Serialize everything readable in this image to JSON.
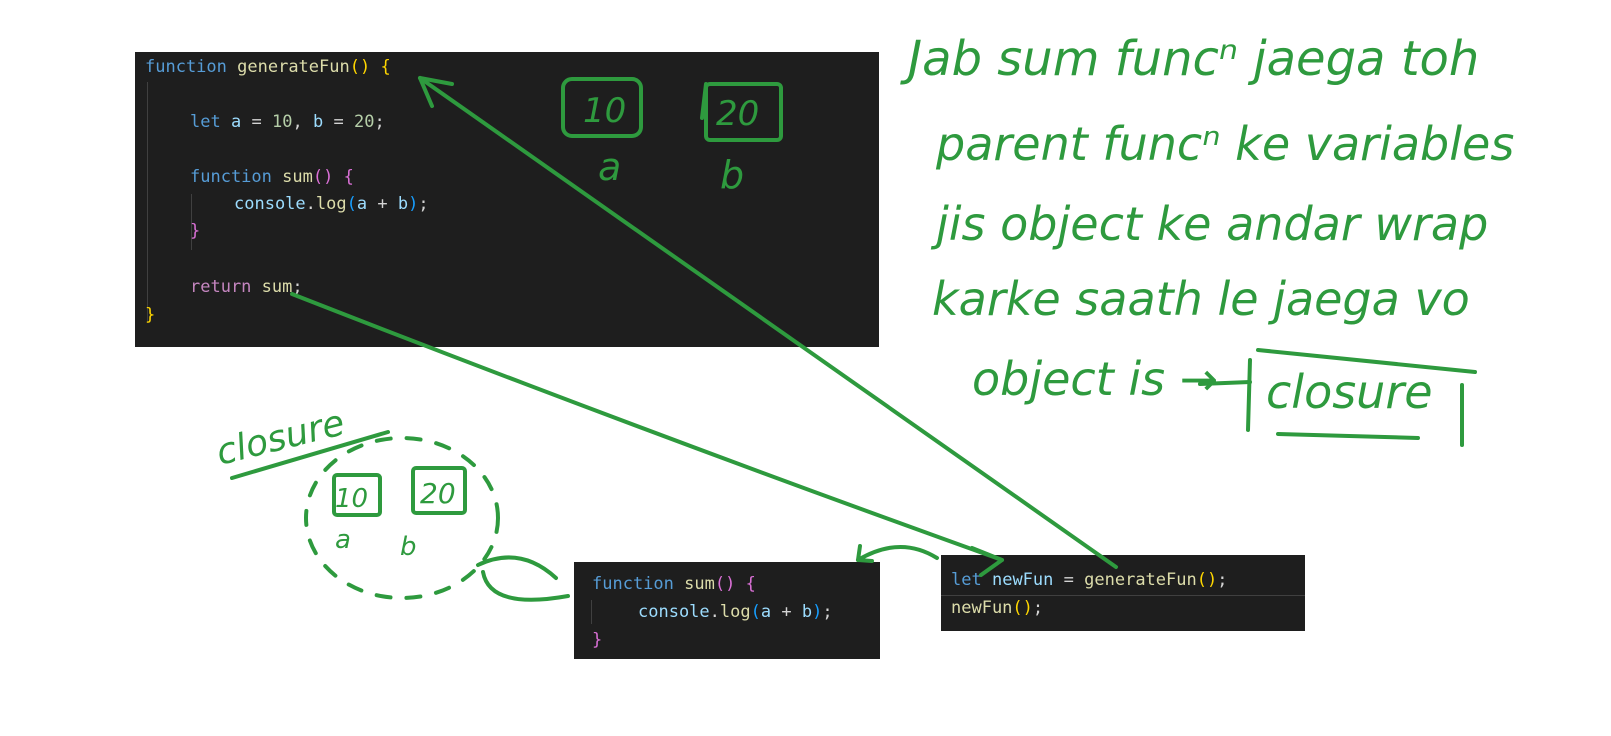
{
  "colors": {
    "ink": "#2e9a3e",
    "editor_bg": "#1e1e1e"
  },
  "code_main": {
    "line1": {
      "kw": "function",
      "name": "generateFun",
      "parens": "()",
      "brace": "{"
    },
    "line2": {
      "kw": "let",
      "a": "a",
      "eq1": "=",
      "v1": "10",
      "comma": ",",
      "b": "b",
      "eq2": "=",
      "v2": "20",
      "semi": ";"
    },
    "line3": {
      "kw": "function",
      "name": "sum",
      "parens": "()",
      "brace": "{"
    },
    "line4": {
      "obj": "console",
      "dot": ".",
      "method": "log",
      "open": "(",
      "a": "a",
      "plus": "+",
      "b": "b",
      "close": ")",
      "semi": ";"
    },
    "line5": {
      "brace": "}"
    },
    "line6": {
      "kw": "return",
      "name": "sum",
      "semi": ";"
    },
    "line7": {
      "brace": "}"
    }
  },
  "code_sum": {
    "line1": {
      "kw": "function",
      "name": "sum",
      "parens": "()",
      "brace": "{"
    },
    "line2": {
      "obj": "console",
      "dot": ".",
      "method": "log",
      "open": "(",
      "a": "a",
      "plus": "+",
      "b": "b",
      "close": ")",
      "semi": ";"
    },
    "line3": {
      "brace": "}"
    }
  },
  "code_call": {
    "line1": {
      "kw": "let",
      "name": "newFun",
      "eq": "=",
      "call": "generateFun",
      "parens": "()",
      "semi": ";"
    },
    "line2": {
      "name": "newFun",
      "parens": "()",
      "semi": ";"
    }
  },
  "annotations": {
    "box_a_value": "10",
    "box_a_label": "a",
    "box_b_value": "20",
    "box_b_label": "b",
    "closure_title": "closure",
    "closure_a_value": "10",
    "closure_a_label": "a",
    "closure_b_value": "20",
    "closure_b_label": "b",
    "note_line1": "Jab sum funcⁿ jaega toh",
    "note_line2": "parent funcⁿ ke variables",
    "note_line3": "jis object ke andar wrap",
    "note_line4": "karke saath le jaega vo",
    "note_line5_prefix": "object is →",
    "note_line5_term": "closure"
  }
}
